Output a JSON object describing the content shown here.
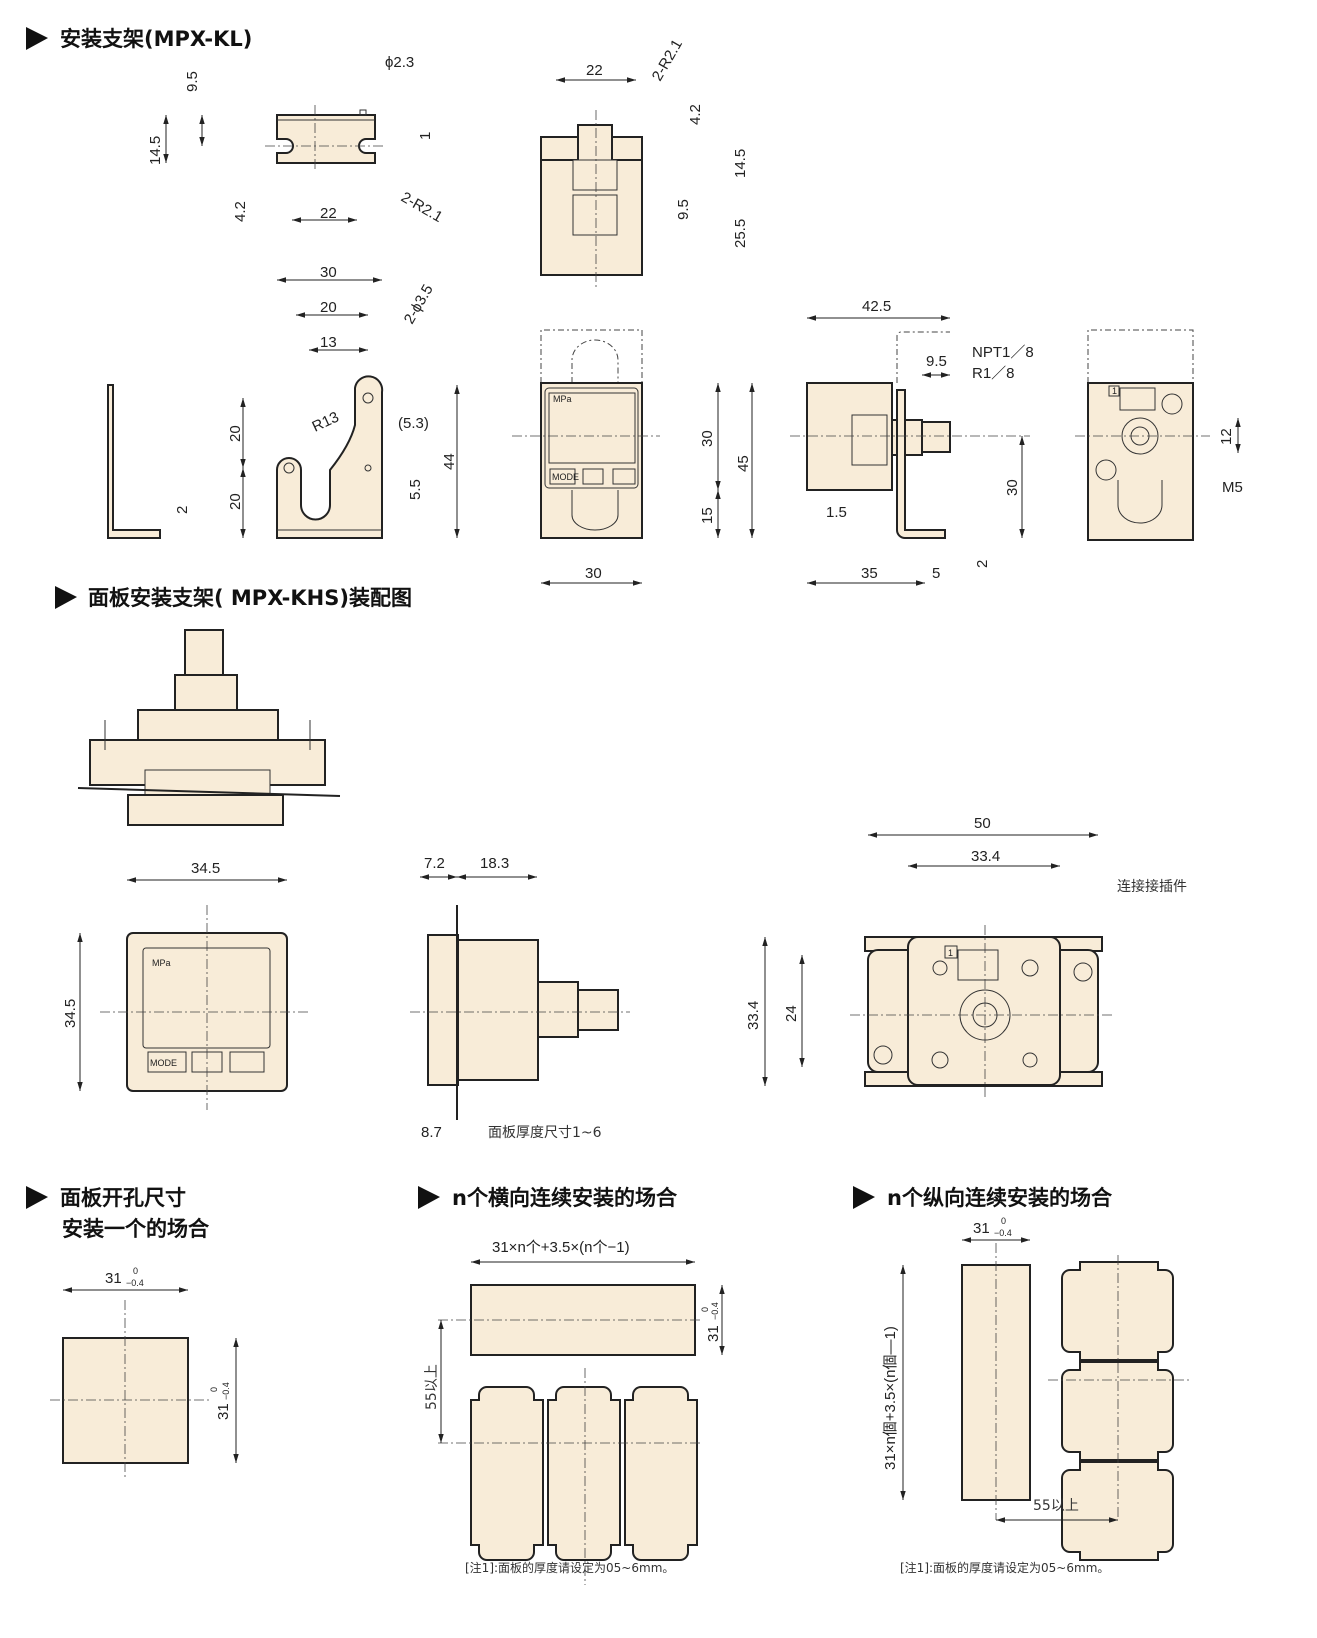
{
  "sections": {
    "kl_bracket": "安装支架(MPX-KL)",
    "khs_assembly": "面板安装支架( MPX-KHS)装配图",
    "panel_cutout_line1": "面板开孔尺寸",
    "panel_cutout_line2": "安装一个的场合",
    "horizontal_n": "n个横向连续安装的场合",
    "vertical_n": "n个纵向连续安装的场合"
  },
  "kl_top": {
    "phi": "ϕ2.3",
    "d9_5": "9.5",
    "d14_5": "14.5",
    "d1": "1",
    "d4_2": "4.2",
    "d22": "22",
    "r": "2-R2.1"
  },
  "kl_front": {
    "d30": "30",
    "d20": "20",
    "d13": "13",
    "holes": "2-ϕ3.5",
    "r13": "R13",
    "d5_3": "(5.3)",
    "d20a": "20",
    "d20b": "20",
    "d44": "44",
    "d5_5": "5.5",
    "side_d2": "2"
  },
  "sensor_top": {
    "d22": "22",
    "r": "2-R2.1",
    "d4_2": "4.2",
    "d14_5": "14.5",
    "d9_5": "9.5",
    "d25_5": "25.5"
  },
  "sensor_front": {
    "unit": "MPa",
    "mode": "MODE",
    "d30v": "30",
    "d45": "45",
    "d15": "15",
    "d30h": "30"
  },
  "sensor_side": {
    "d42_5": "42.5",
    "d9_5": "9.5",
    "thread1": "NPT1／8",
    "thread2": "R1／8",
    "d1_5": "1.5",
    "d30": "30",
    "d35": "35",
    "d5": "5",
    "d2": "2"
  },
  "sensor_rear": {
    "pin": "1",
    "d12": "12",
    "m5": "M5"
  },
  "panel_front": {
    "unit": "MPa",
    "mode": "MODE",
    "w": "34.5",
    "h": "34.5"
  },
  "panel_side": {
    "d7_2": "7.2",
    "d18_3": "18.3",
    "d8_7": "8.7",
    "thickness": "面板厚度尺寸1~6"
  },
  "panel_rear": {
    "d50": "50",
    "d33_4w": "33.4",
    "connector": "连接接插件",
    "pin": "1",
    "d33_4h": "33.4",
    "d24": "24"
  },
  "cutout_single": {
    "w": "31",
    "w_up": "0",
    "w_low": "−0.4",
    "h": "31",
    "h_up": "0",
    "h_low": "−0.4"
  },
  "cutout_horizontal": {
    "width_formula": "31×n个+3.5×(n个−1)",
    "h": "31",
    "h_up": "0",
    "h_low": "−0.4",
    "pitch": "55以上",
    "note": "[注1]:面板的厚度请设定为05~6mm。"
  },
  "cutout_vertical": {
    "w": "31",
    "w_up": "0",
    "w_low": "−0.4",
    "height_formula": "31×n個+3.5×(n個—1)",
    "pitch": "55以上",
    "note": "[注1]:面板的厚度请设定为05~6mm。"
  },
  "colors": {
    "fill": "#f8ecd8",
    "line": "#222222"
  }
}
